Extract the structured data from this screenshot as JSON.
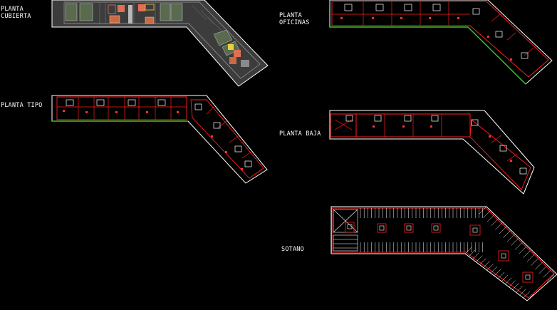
{
  "drawing": {
    "background": "#000000",
    "colors": {
      "outline": "#ffffff",
      "walls": "#ff2020",
      "fixtures": "#ff3030",
      "green_edge": "#22cc22",
      "roof_fill": "#4a4a4a",
      "gray_lines": "#8a8a8a",
      "roof_accent": "#e07050",
      "yellow": "#e6d23a"
    }
  },
  "labels": {
    "cubierta": "PLANTA\nCUBIERTA",
    "oficinas": "PLANTA\nOFICINAS",
    "tipo": "PLANTA TIPO",
    "baja": "PLANTA BAJA",
    "sotano": "SOTANO"
  }
}
